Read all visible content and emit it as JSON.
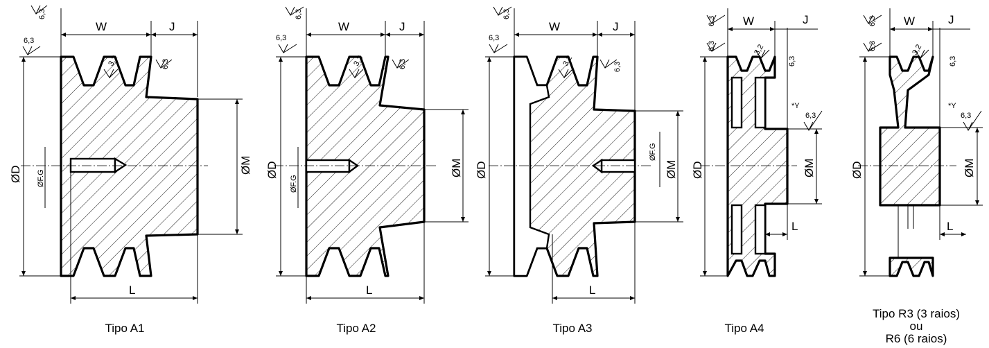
{
  "labels": {
    "w": "W",
    "j": "J",
    "l": "L",
    "d": "ØD",
    "m": "ØM",
    "fg": "ØF.G",
    "y": "*Y",
    "r63": "6,3",
    "r32": "3,2"
  },
  "types": [
    {
      "caption": "Tipo A1"
    },
    {
      "caption": "Tipo A2"
    },
    {
      "caption": "Tipo A3"
    },
    {
      "caption": "Tipo A4"
    },
    {
      "caption_lines": [
        "Tipo R3 (3 raios)",
        "ou",
        "R6 (6 raios)"
      ]
    }
  ]
}
